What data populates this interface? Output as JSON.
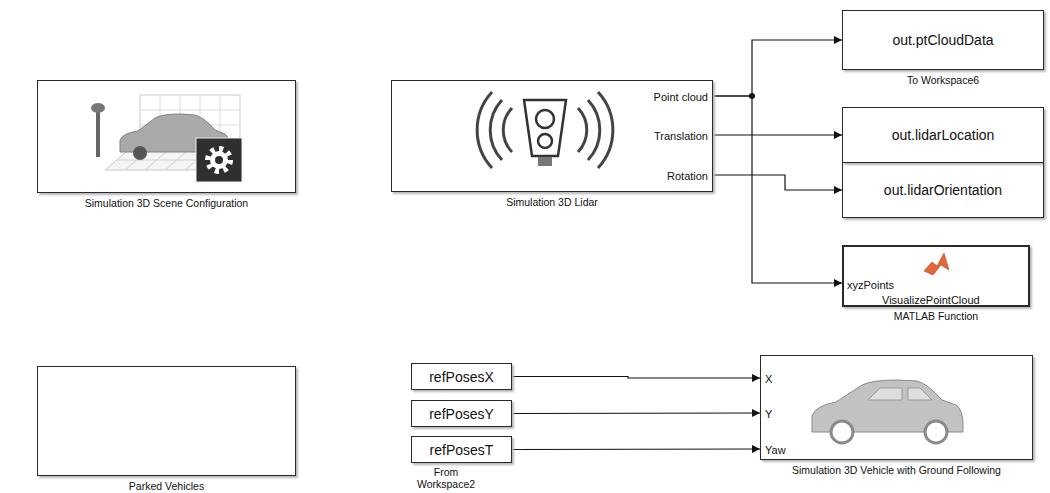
{
  "diagram": {
    "nodes": [
      {
        "text": [
          "Simulation 3D Scene Configuration"
        ]
      },
      {
        "text": [
          "Point cloud",
          "Translation",
          "Rotation",
          "Simulation 3D Lidar"
        ]
      },
      {
        "text": [
          "out.ptCloudData",
          "To Workspace6"
        ]
      },
      {
        "text": [
          "out.lidarLocation"
        ]
      },
      {
        "text": [
          "out.lidarOrientation"
        ]
      },
      {
        "text": [
          "xyzPoints",
          "VisualizePointCloud",
          "MATLAB Function"
        ]
      },
      {
        "text": [
          "Parked Vehicles"
        ]
      },
      {
        "text": [
          "refPosesX"
        ]
      },
      {
        "text": [
          "refPosesY"
        ]
      },
      {
        "text": [
          "refPosesT",
          "From Workspace2"
        ]
      },
      {
        "text": [
          "X",
          "Y",
          "Yaw",
          "Simulation 3D Vehicle with Ground Following"
        ]
      }
    ],
    "edges": [
      {
        "from": 1,
        "to": 2,
        "arrow": "to"
      },
      {
        "from": 1,
        "to": 5,
        "arrow": "to"
      },
      {
        "from": 1,
        "to": 3,
        "arrow": "to"
      },
      {
        "from": 1,
        "to": 4,
        "arrow": "to"
      },
      {
        "from": 7,
        "to": 10,
        "arrow": "to"
      },
      {
        "from": 8,
        "to": 10,
        "arrow": "to"
      },
      {
        "from": 9,
        "to": 10,
        "arrow": "to"
      }
    ]
  }
}
